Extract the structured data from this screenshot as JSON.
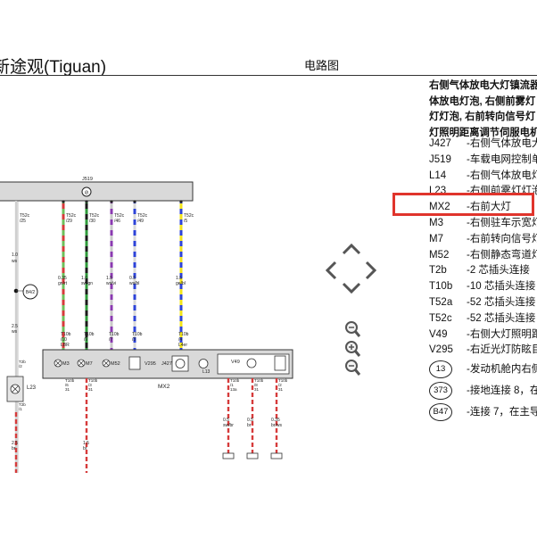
{
  "header": {
    "title": "新途观(Tiguan)",
    "subtitle": "电路图"
  },
  "diagram": {
    "top_bus_label": "J519",
    "left_wire_top": {
      "pin": "T52c",
      "num": "/25"
    },
    "left_wire_mid": {
      "size": "1.0",
      "color": "ws"
    },
    "left_connector": "B4/2",
    "left_wire_low": {
      "size": "2.5",
      "color": "ws"
    },
    "l23": {
      "label": "L23",
      "top_pin": "T2b",
      "top_num": "/2",
      "bot_pin": "T2b",
      "bot_num": "/1"
    },
    "left_wire_bottom": {
      "size": "2.5",
      "color": "br"
    },
    "center_bottom_wire": {
      "size": "1.5",
      "color": "br"
    },
    "wires": [
      {
        "pin": "T52c",
        "num": "/29",
        "size": "0.35",
        "color": "gn/rt",
        "conn": "T10b",
        "conn_num": "/10",
        "conn_extra": "LBR",
        "stroke": "#d63b3b",
        "dash": "#6dbf5b"
      },
      {
        "pin": "T52c",
        "num": "/30",
        "size": "1.0",
        "color": "sw/gn",
        "conn": "T10b",
        "conn_num": "/9",
        "conn_extra": "",
        "stroke": "#1a1a1a",
        "dash": "#2f9a3a"
      },
      {
        "pin": "T52c",
        "num": "/46",
        "size": "1.5",
        "color": "ws/vi",
        "conn": "T10b",
        "conn_num": "/7",
        "conn_extra": "",
        "stroke": "#c9c9c9",
        "dash": "#8a3ab0"
      },
      {
        "pin": "T52c",
        "num": "/49",
        "size": "0.5",
        "color": "ws/bl",
        "conn": "T10b",
        "conn_num": "/3",
        "conn_extra": "",
        "stroke": "#d8d8d8",
        "dash": "#2d43d8"
      },
      {
        "pin": "T52c",
        "num": "/5",
        "size": "1.5",
        "color": "ge/bl",
        "conn": "T10b",
        "conn_num": "/4",
        "conn_extra": "L4er",
        "stroke": "#f2e41a",
        "dash": "#2d43d8"
      }
    ],
    "mx2_label": "MX2",
    "mx2_components": [
      "M3",
      "M7",
      "M52",
      "V295",
      "J427",
      "L13",
      "V49"
    ],
    "bottom_pins": [
      {
        "pin": "T10b",
        "num": "/3",
        "extra": "31"
      },
      {
        "pin": "T10b",
        "num": "/6",
        "extra": "31"
      },
      {
        "pin": "T10b",
        "num": "/1",
        "extra": "13a"
      },
      {
        "pin": "T10b",
        "num": "/8",
        "extra": "31"
      },
      {
        "pin": "T10b",
        "num": "/2",
        "extra": "31"
      }
    ],
    "bottom_wires": [
      {
        "size": "0.5",
        "color": "sw/br"
      },
      {
        "size": "0.5",
        "color": "br"
      },
      {
        "size": "0.35",
        "color": "br/ws"
      }
    ]
  },
  "legend": {
    "heading": [
      "右侧气体放电大灯镇流器",
      "体放电灯泡, 右侧前雾灯",
      "灯灯泡, 右前转向信号灯",
      "灯照明距离调节伺服电机"
    ],
    "items": [
      {
        "code": "J427",
        "desc": "-右侧气体放电大"
      },
      {
        "code": "J519",
        "desc": "-车载电网控制单"
      },
      {
        "code": "L14",
        "desc": "-右侧气体放电灯"
      },
      {
        "code": "L23",
        "desc": "-右侧前雾灯灯泡"
      },
      {
        "code": "MX2",
        "desc": "-右前大灯"
      },
      {
        "code": "M3",
        "desc": "-右侧驻车示宽灯"
      },
      {
        "code": "M7",
        "desc": "-右前转向信号灯"
      },
      {
        "code": "M52",
        "desc": "-右侧静态弯道灯"
      },
      {
        "code": "T2b",
        "desc": "-2 芯插头连接"
      },
      {
        "code": "T10b",
        "desc": "-10 芯插头连接"
      },
      {
        "code": "T52a",
        "desc": "-52 芯插头连接"
      },
      {
        "code": "T52c",
        "desc": "-52 芯插头连接"
      },
      {
        "code": "V49",
        "desc": "-右侧大灯照明距"
      },
      {
        "code": "V295",
        "desc": "-右近光灯防眩目"
      }
    ],
    "circles": [
      {
        "code": "13",
        "desc": "-发动机舱内右侧"
      },
      {
        "code": "373",
        "desc": "-接地连接 8，在主"
      },
      {
        "code": "B47",
        "desc": "-连接 7，在主导"
      }
    ]
  },
  "toolbar": {
    "pan_icons": [
      "pan-up-icon",
      "pan-left-icon",
      "pan-right-icon",
      "pan-down-icon"
    ],
    "zoom_icons": [
      "zoom-in-icon",
      "zoom-reset-icon",
      "zoom-out-icon"
    ]
  },
  "colors": {
    "highlight": "#e0342c",
    "bus": "#d9d9d9",
    "wire_red": "#d63b3b"
  }
}
